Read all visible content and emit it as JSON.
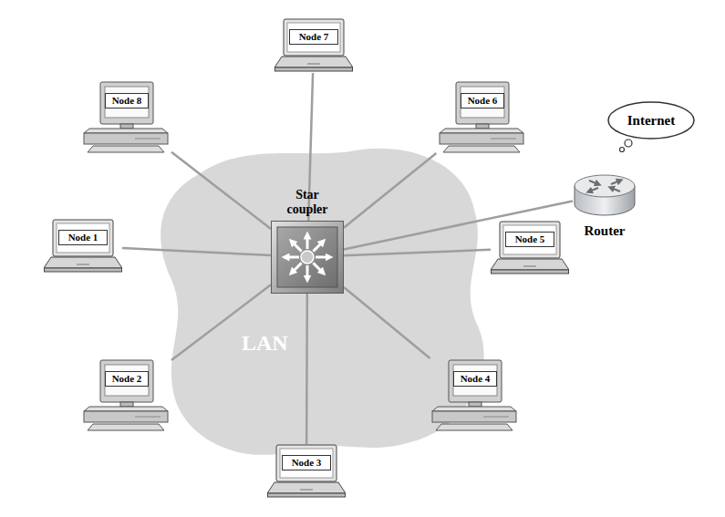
{
  "diagram": {
    "nodes": [
      {
        "text": [
          "LAN"
        ]
      },
      {
        "text": [
          "Star coupler"
        ],
        "in": 0
      },
      {
        "text": [
          "Node 7"
        ]
      },
      {
        "text": [
          "Node 8"
        ]
      },
      {
        "text": [
          "Node 6"
        ]
      },
      {
        "text": [
          "Internet"
        ]
      },
      {
        "text": [
          "Router"
        ]
      },
      {
        "text": [
          "Node 1"
        ]
      },
      {
        "text": [
          "Node 5"
        ]
      },
      {
        "text": [
          "Node 2"
        ]
      },
      {
        "text": [
          "Node 4"
        ]
      },
      {
        "text": [
          "Node 3"
        ]
      }
    ],
    "edges": [
      {
        "from": 1,
        "to": 2,
        "arrow": "none"
      },
      {
        "from": 1,
        "to": 3,
        "arrow": "none"
      },
      {
        "from": 1,
        "to": 4,
        "arrow": "none"
      },
      {
        "from": 1,
        "to": 6,
        "arrow": "none"
      },
      {
        "from": 1,
        "to": 7,
        "arrow": "none"
      },
      {
        "from": 1,
        "to": 8,
        "arrow": "none"
      },
      {
        "from": 1,
        "to": 9,
        "arrow": "none"
      },
      {
        "from": 1,
        "to": 10,
        "arrow": "none"
      },
      {
        "from": 1,
        "to": 11,
        "arrow": "none"
      }
    ]
  }
}
